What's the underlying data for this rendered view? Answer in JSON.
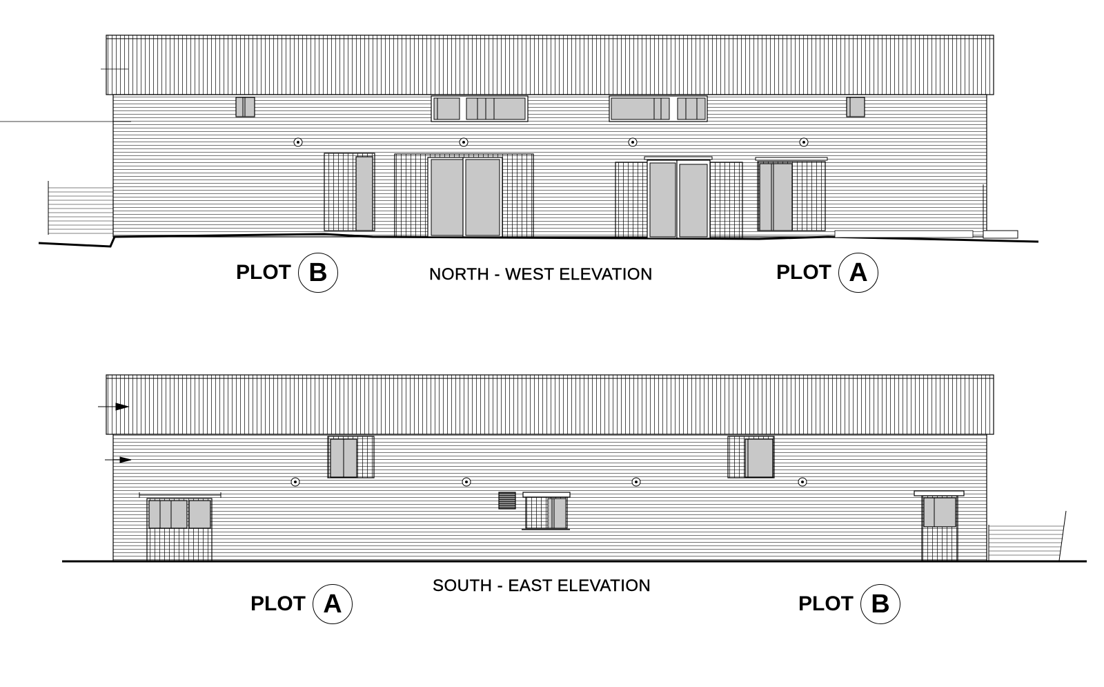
{
  "drawing": {
    "elevations": [
      {
        "title": "NORTH - WEST  ELEVATION",
        "plots": [
          {
            "word": "PLOT",
            "letter": "B"
          },
          {
            "word": "PLOT",
            "letter": "A"
          }
        ]
      },
      {
        "title": "SOUTH - EAST ELEVATION",
        "plots": [
          {
            "word": "PLOT",
            "letter": "A"
          },
          {
            "word": "PLOT",
            "letter": "B"
          }
        ]
      }
    ]
  },
  "colors": {
    "line": "#000000",
    "glazing": "#c8c8c8",
    "background": "#ffffff"
  }
}
